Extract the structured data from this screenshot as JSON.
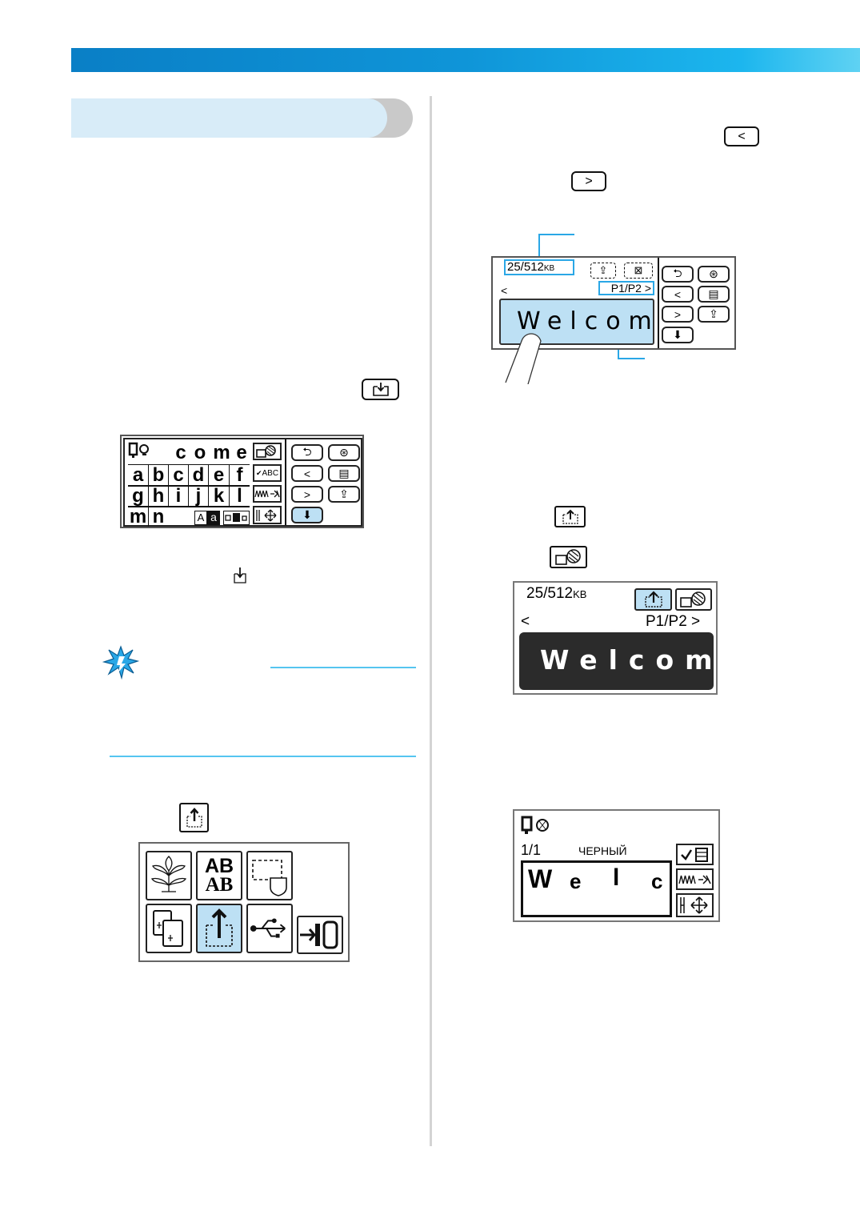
{
  "header": {
    "bar_color": "#0f95d8"
  },
  "inline_buttons": {
    "left_arrow": "<",
    "right_arrow": ">"
  },
  "screen_a": {
    "row0_letters": [
      "c",
      "o",
      "m",
      "e"
    ],
    "rows": [
      [
        "a",
        "b",
        "c",
        "d",
        "e",
        "f"
      ],
      [
        "g",
        "h",
        "i",
        "j",
        "k",
        "l"
      ],
      [
        "m",
        "n"
      ]
    ],
    "case_upper": "A",
    "case_lower": "a",
    "check_label": "ABC",
    "side_buttons": [
      "⮌",
      "<",
      ">"
    ]
  },
  "screen_b": {
    "memory": "25/512",
    "memory_unit": "KB",
    "page_left": "<",
    "page": "P1/P2",
    "page_right": ">",
    "text": "Welcom",
    "side_buttons": [
      "⮌",
      "<",
      ">"
    ]
  },
  "screen_c": {
    "memory": "25/512",
    "memory_unit": "KB",
    "page_left": "<",
    "page": "P1/P2",
    "page_right": ">",
    "text": "Welcom"
  },
  "screen_d": {
    "counter": "1/1",
    "color_name": "ЧЕРНЫЙ",
    "letters": [
      "W",
      "e",
      "l",
      "c"
    ]
  },
  "screen_e": {
    "top_label": "AB",
    "bottom_label": "AB"
  },
  "colors": {
    "accent": "#2aa7e6",
    "selected": "#bde0f4",
    "note": "#55c5f0"
  }
}
